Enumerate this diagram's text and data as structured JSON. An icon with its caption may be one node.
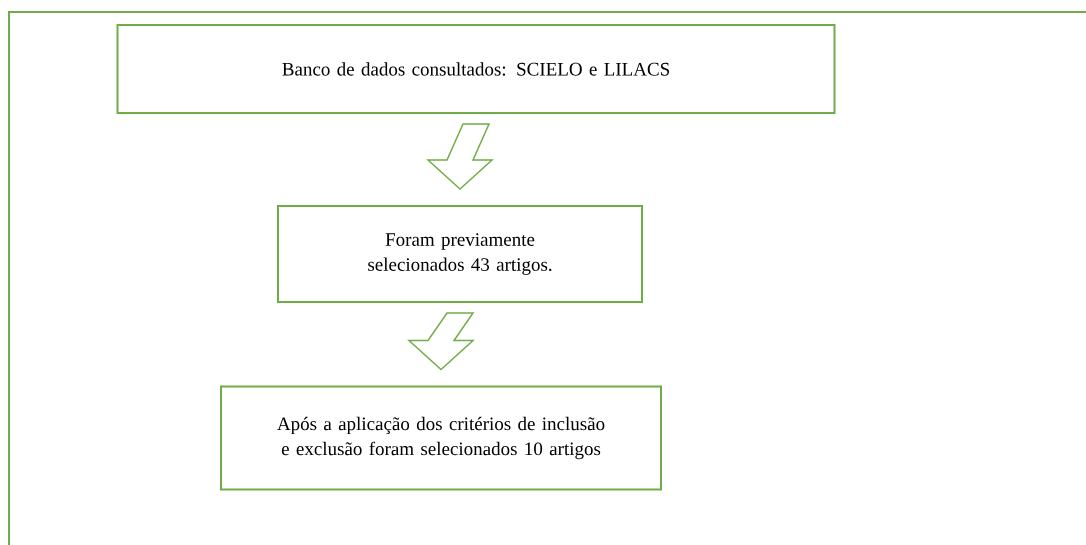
{
  "diagram": {
    "nodes": [
      {
        "text": [
          "Banco de dados consultados: SCIELO e LILACS"
        ]
      },
      {
        "text": [
          "Foram previamente selecionados 43 artigos."
        ]
      },
      {
        "text": [
          "Após a aplicação dos critérios de inclusão e exclusão foram selecionados 10 artigos"
        ]
      }
    ],
    "edges": [
      {
        "from": 0,
        "to": 1,
        "arrow": "to"
      },
      {
        "from": 1,
        "to": 2,
        "arrow": "to"
      }
    ]
  }
}
